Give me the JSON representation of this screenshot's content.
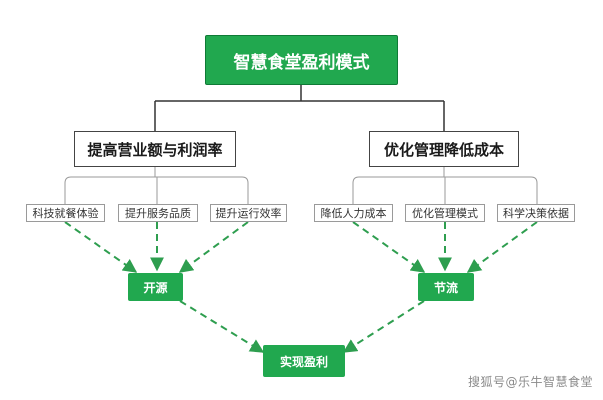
{
  "title": "智慧食堂盈利模式",
  "branches": [
    {
      "label": "提高营业额与利润率",
      "leaves": [
        "科技就餐体验",
        "提升服务品质",
        "提升运行效率"
      ],
      "outcome": "开源"
    },
    {
      "label": "优化管理降低成本",
      "leaves": [
        "降低人力成本",
        "优化管理模式",
        "科学决策依据"
      ],
      "outcome": "节流"
    }
  ],
  "result": "实现盈利",
  "watermark": "搜狐号@乐牛智慧食堂",
  "colors": {
    "green": "#21a84f",
    "dark_green_border": "#0f7a36",
    "connector": "#333333",
    "arrow": "#2e9e4f"
  }
}
